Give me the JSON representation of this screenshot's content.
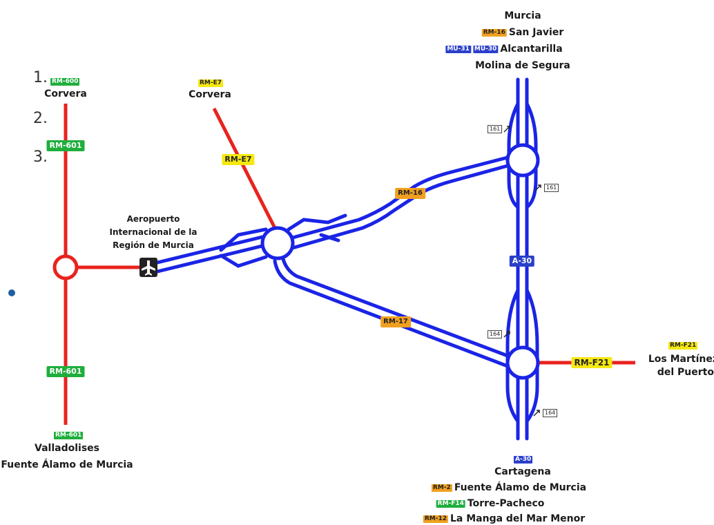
{
  "numbers": [
    "1.",
    "2.",
    "3."
  ],
  "north": {
    "title": "Murcia",
    "lines": [
      {
        "badges": [
          {
            "text": "RM-16",
            "color": "orange"
          }
        ],
        "text": "San Javier"
      },
      {
        "badges": [
          {
            "text": "MU-31",
            "color": "blue"
          },
          {
            "text": "MU-30",
            "color": "blue"
          }
        ],
        "text": "Alcantarilla"
      },
      {
        "badges": [],
        "text": "Molina de Segura"
      }
    ]
  },
  "south": {
    "badge": "A-30",
    "title": "Cartagena",
    "lines": [
      {
        "badge": "RM-2",
        "color": "orange",
        "text": "Fuente Álamo de Murcia"
      },
      {
        "badge": "RM-F14",
        "color": "green",
        "text": "Torre-Pacheco"
      },
      {
        "badge": "RM-12",
        "color": "orange",
        "text": "La Manga del Mar Menor"
      }
    ]
  },
  "west_top": {
    "badge": "RM-600",
    "text": "Corvera"
  },
  "west_mid_badge": "RM-601",
  "west_low_badge": "RM-601",
  "west_bottom": {
    "badge": "RM-601",
    "lines": [
      "Valladolises",
      "Fuente Álamo de Murcia"
    ]
  },
  "e7_top": {
    "badge": "RM-E7",
    "text": "Corvera"
  },
  "e7_mid_badge": "RM-E7",
  "airport": {
    "lines": [
      "Aeropuerto",
      "Internacional de la",
      "Región de Murcia"
    ]
  },
  "rm16_badge": "RM-16",
  "rm17_badge": "RM-17",
  "a30_badge": "A-30",
  "east": {
    "badge": "RM-F21",
    "road_badge": "RM-F21",
    "lines": [
      "Los Martínez",
      "del Puerto"
    ]
  },
  "exits": {
    "n_left": "161",
    "n_right": "161",
    "s_left": "164",
    "s_right": "164"
  },
  "colors": {
    "motorway": "#1a24e6",
    "regional": "#e8231e",
    "yellow": "#f5e80f",
    "green": "#1fae3c",
    "orange": "#f0a020",
    "blue": "#2a3fc9",
    "dot": "#1e5fa0"
  }
}
